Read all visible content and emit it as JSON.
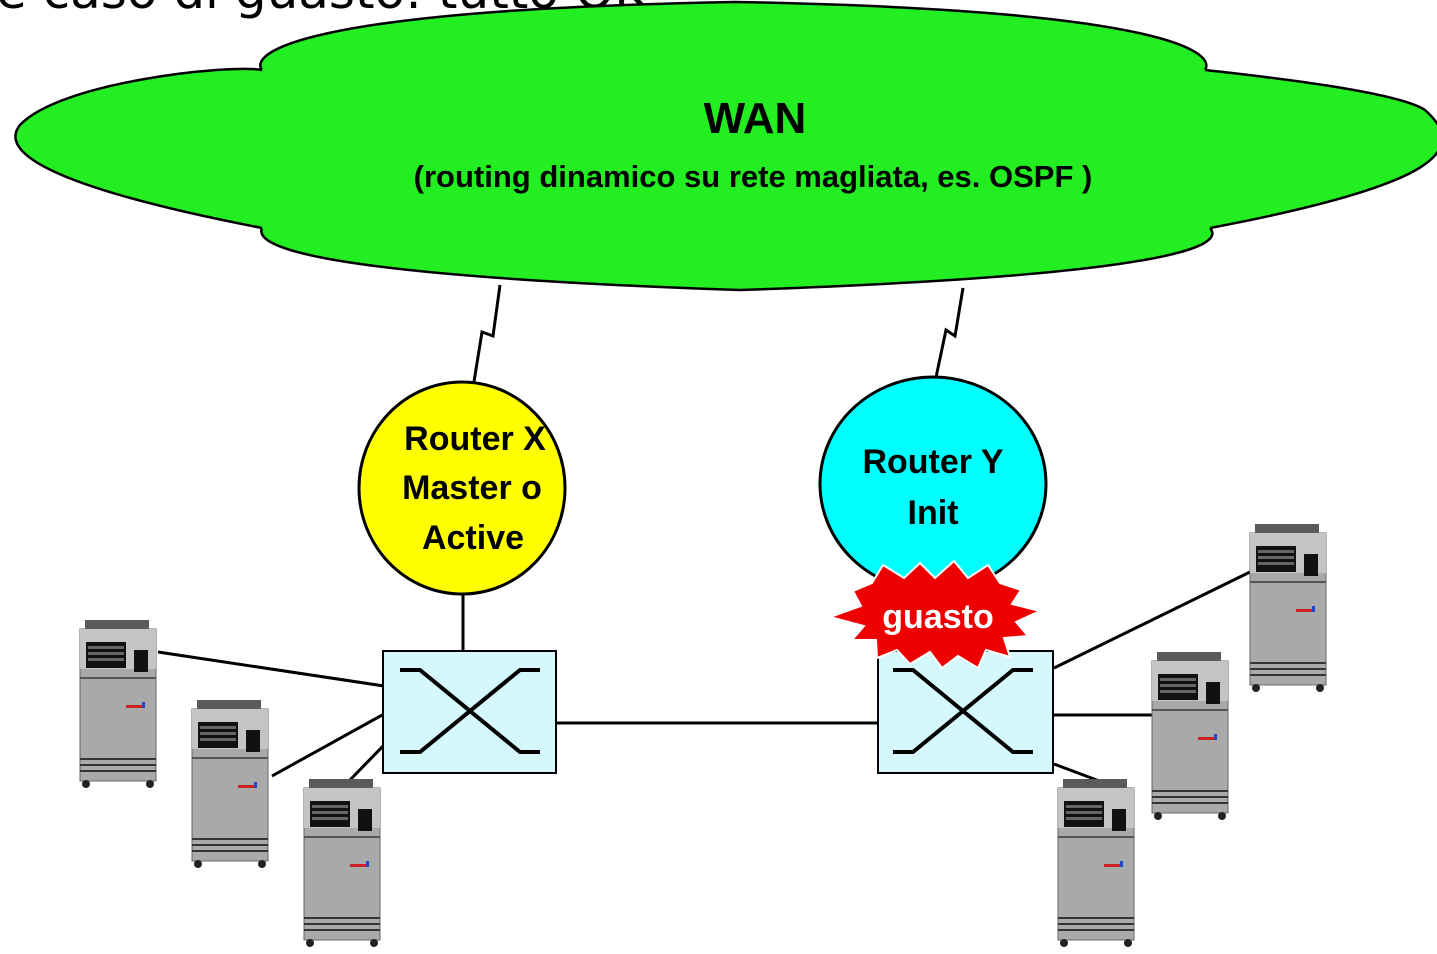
{
  "slide": {
    "title_fragment": "e caso di guasto: tutto OK"
  },
  "wan": {
    "label": "WAN",
    "sublabel": "(routing dinamico su rete magliata, es. OSPF )"
  },
  "router_x": {
    "lines": [
      "Router X",
      "Master o",
      "Active"
    ]
  },
  "router_y": {
    "lines": [
      "Router Y",
      "Init"
    ]
  },
  "fault": {
    "label": "guasto"
  },
  "colors": {
    "wan_cloud": "#22ee22",
    "router_x": "#ffff00",
    "router_y": "#00ffff",
    "switch": "#d4f8fb",
    "fault_burst": "#ee0000",
    "server_body": "#a6a6a6"
  }
}
